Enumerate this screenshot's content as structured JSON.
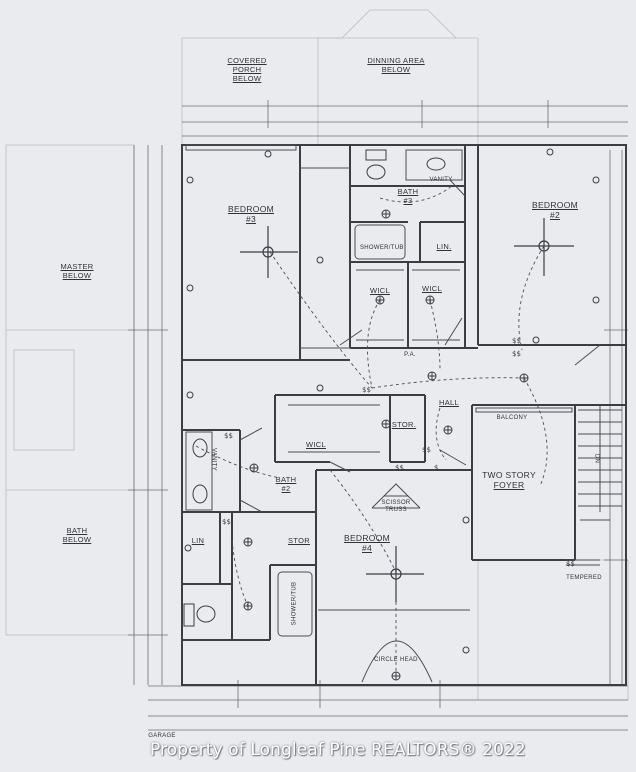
{
  "plan": {
    "labels": {
      "covered_porch": [
        "COVERED",
        "PORCH",
        "BELOW"
      ],
      "dining_area": [
        "DINNING AREA",
        "BELOW"
      ],
      "master_below": [
        "MASTER",
        "BELOW"
      ],
      "bath_below": [
        "BATH",
        "BELOW"
      ],
      "bedroom3": [
        "BEDROOM",
        "#3"
      ],
      "bedroom2": [
        "BEDROOM",
        "#2"
      ],
      "bedroom4": [
        "BEDROOM",
        "#4"
      ],
      "bath3": [
        "BATH",
        "#3"
      ],
      "bath2": [
        "BATH",
        "#2"
      ],
      "vanity_top": "VANITY",
      "vanity_left": "VANITY",
      "shower_tub_top": "SHOWER/TUB",
      "shower_tub_left": "SHOWER/TUB",
      "lin_top": "LIN.",
      "lin_left": "LIN",
      "wicl_left": "WICL",
      "wicl_right": "WICL",
      "wicl_mid": "WICL",
      "stor_mid": "STOR.",
      "stor_low": "STOR",
      "hall": "HALL",
      "balcony": "BALCONY",
      "two_story_foyer": [
        "TWO STORY",
        "FOYER"
      ],
      "scissor_truss": [
        "SCISSOR",
        "TRUSS"
      ],
      "circle_head": "CIRCLE HEAD",
      "tempered": "TEMPERED",
      "garage": "GARAGE",
      "pa": "P.A.",
      "dw": "DN"
    },
    "colors": {
      "paper": "#e9ebee",
      "line": "#3a3d44",
      "light_line": "#9a9ea6"
    },
    "icons": [
      "ceiling-fan-icon",
      "toilet-icon",
      "sink-icon",
      "light-fixture-icon",
      "switch-icon"
    ]
  },
  "watermark": "Property of Longleaf Pine REALTORS® 2022"
}
